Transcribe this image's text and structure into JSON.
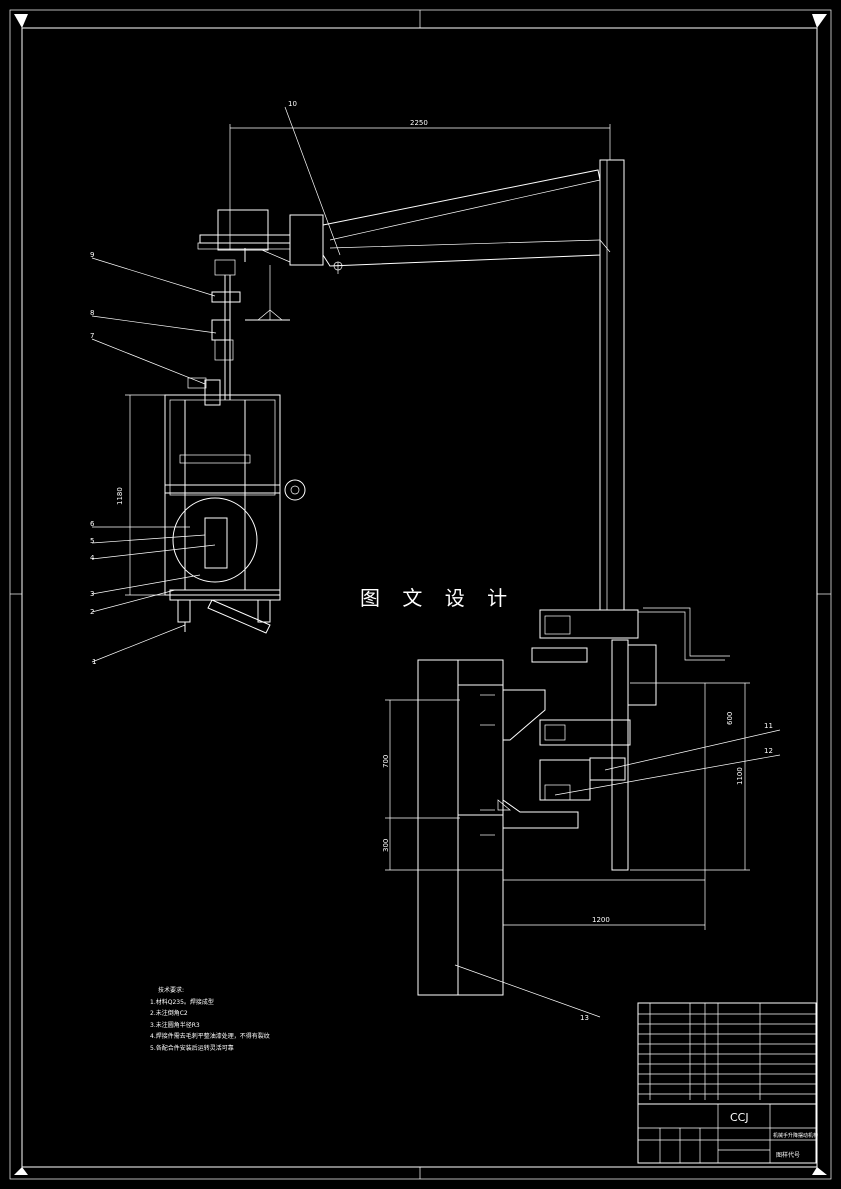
{
  "watermark": "图 文 设 计",
  "dimensions": {
    "top_span": "2250",
    "height_left": "1180",
    "right_600": "600",
    "right_1100": "1100",
    "left_700": "700",
    "left_300": "300",
    "bottom_1200": "1200"
  },
  "part_labels": [
    "1",
    "2",
    "3",
    "4",
    "5",
    "6",
    "7",
    "8",
    "9",
    "10",
    "11",
    "12",
    "13"
  ],
  "notes": {
    "title": "技术要求:",
    "items": [
      "1.材料Q235。焊接成型",
      "2.未注倒角C2",
      "3.未注圆角半径R3",
      "4.焊接件需去毛刺平整油漆处理，不得有裂纹",
      "5.各配合件安装后运转灵活可靠"
    ]
  },
  "title_block": {
    "logo_text": "CCJ",
    "drawing_code": "图样代号",
    "drawing_name": "机械手升降摆动机构"
  }
}
